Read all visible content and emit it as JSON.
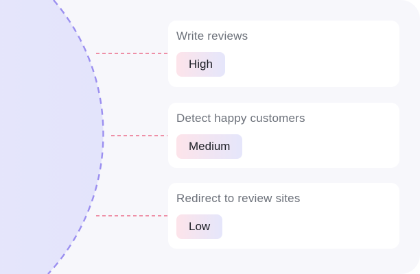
{
  "features": [
    {
      "title": "Write reviews",
      "priority": "High"
    },
    {
      "title": "Detect happy customers",
      "priority": "Medium"
    },
    {
      "title": "Redirect to review sites",
      "priority": "Low"
    }
  ],
  "colors": {
    "panel_background": "#f7f7fb",
    "arc_stroke": "#9b8ff0",
    "connector_stroke": "#ee8fa6",
    "badge_gradient_start": "#fde4ea",
    "badge_gradient_end": "#e5e6fb",
    "title_text": "#6b7079",
    "badge_text": "#1b1d24"
  }
}
